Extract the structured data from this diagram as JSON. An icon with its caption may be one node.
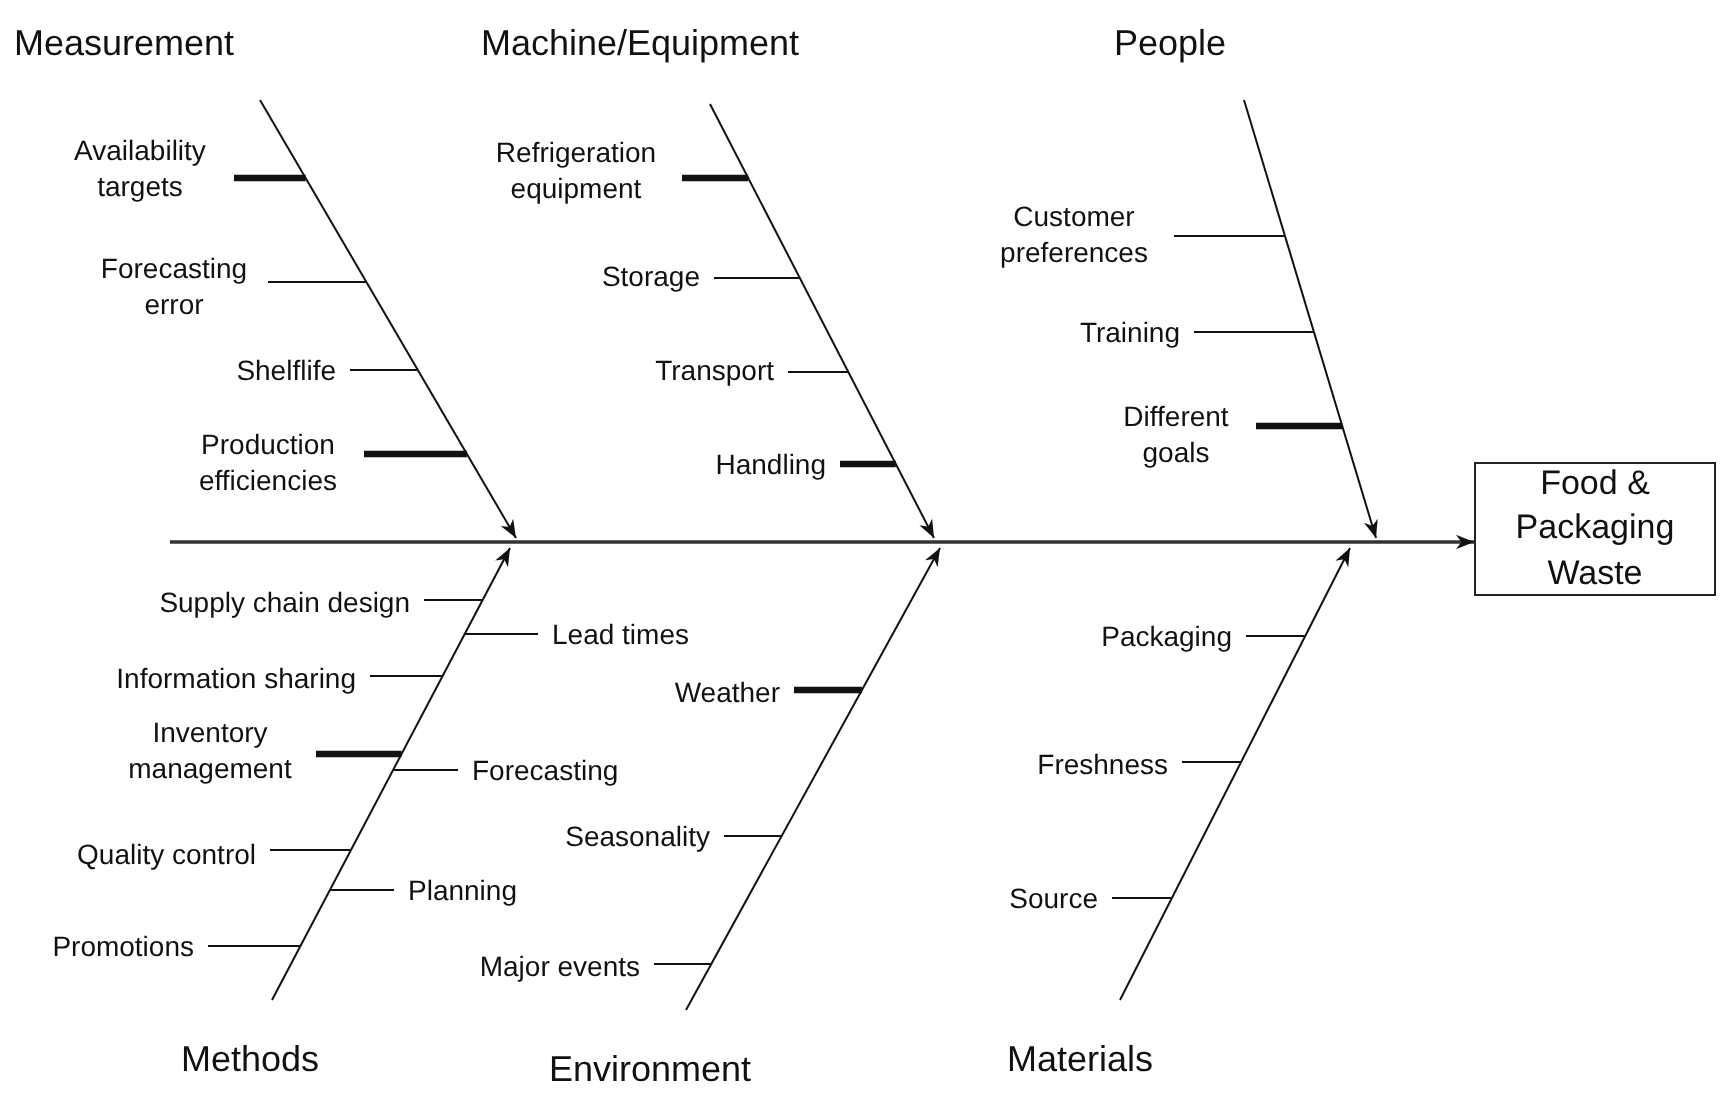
{
  "diagram": {
    "nodes": [
      {
        "text": [
          "Measurement"
        ]
      },
      {
        "text": [
          "Availability targets"
        ]
      },
      {
        "text": [
          "Forecasting error"
        ]
      },
      {
        "text": [
          "Shelflife"
        ]
      },
      {
        "text": [
          "Production efficiencies"
        ]
      },
      {
        "text": [
          "Machine/Equipment"
        ]
      },
      {
        "text": [
          "Refrigeration equipment"
        ]
      },
      {
        "text": [
          "Storage"
        ]
      },
      {
        "text": [
          "Transport"
        ]
      },
      {
        "text": [
          "Handling"
        ]
      },
      {
        "text": [
          "People"
        ]
      },
      {
        "text": [
          "Customer preferences"
        ]
      },
      {
        "text": [
          "Training"
        ]
      },
      {
        "text": [
          "Different goals"
        ]
      },
      {
        "text": [
          "Food & Packaging Waste"
        ]
      },
      {
        "text": [
          "Methods"
        ]
      },
      {
        "text": [
          "Supply chain design"
        ]
      },
      {
        "text": [
          "Lead times"
        ]
      },
      {
        "text": [
          "Information sharing"
        ]
      },
      {
        "text": [
          "Inventory management"
        ]
      },
      {
        "text": [
          "Forecasting"
        ]
      },
      {
        "text": [
          "Quality control"
        ]
      },
      {
        "text": [
          "Planning"
        ]
      },
      {
        "text": [
          "Promotions"
        ]
      },
      {
        "text": [
          "Environment"
        ]
      },
      {
        "text": [
          "Weather"
        ]
      },
      {
        "text": [
          "Seasonality"
        ]
      },
      {
        "text": [
          "Major events"
        ]
      },
      {
        "text": [
          "Materials"
        ]
      },
      {
        "text": [
          "Packaging"
        ]
      },
      {
        "text": [
          "Freshness"
        ]
      },
      {
        "text": [
          "Source"
        ]
      }
    ],
    "edges": [
      {
        "from": null,
        "to": 14,
        "arrow": "to"
      },
      {
        "from": 0,
        "to": null,
        "arrow": "to"
      },
      {
        "from": 5,
        "to": null,
        "arrow": "to"
      },
      {
        "from": 10,
        "to": null,
        "arrow": "to"
      },
      {
        "from": 15,
        "to": null,
        "arrow": "to"
      },
      {
        "from": 24,
        "to": null,
        "arrow": "to"
      },
      {
        "from": 28,
        "to": null,
        "arrow": "to"
      },
      {
        "from": 1,
        "to": null,
        "arrow": "none",
        "style": "thick"
      },
      {
        "from": 2,
        "to": null,
        "arrow": "none"
      },
      {
        "from": 3,
        "to": null,
        "arrow": "none"
      },
      {
        "from": 4,
        "to": null,
        "arrow": "none",
        "style": "thick"
      },
      {
        "from": 6,
        "to": null,
        "arrow": "none",
        "style": "thick"
      },
      {
        "from": 7,
        "to": null,
        "arrow": "none"
      },
      {
        "from": 8,
        "to": null,
        "arrow": "none"
      },
      {
        "from": 9,
        "to": null,
        "arrow": "none",
        "style": "thick"
      },
      {
        "from": 11,
        "to": null,
        "arrow": "none"
      },
      {
        "from": 12,
        "to": null,
        "arrow": "none"
      },
      {
        "from": 13,
        "to": null,
        "arrow": "none",
        "style": "thick"
      },
      {
        "from": 16,
        "to": null,
        "arrow": "none"
      },
      {
        "from": 17,
        "to": null,
        "arrow": "none"
      },
      {
        "from": 18,
        "to": null,
        "arrow": "none"
      },
      {
        "from": 19,
        "to": null,
        "arrow": "none",
        "style": "thick"
      },
      {
        "from": 20,
        "to": null,
        "arrow": "none"
      },
      {
        "from": 21,
        "to": null,
        "arrow": "none"
      },
      {
        "from": 22,
        "to": null,
        "arrow": "none"
      },
      {
        "from": 23,
        "to": null,
        "arrow": "none"
      },
      {
        "from": 25,
        "to": null,
        "arrow": "none",
        "style": "thick"
      },
      {
        "from": 26,
        "to": null,
        "arrow": "none"
      },
      {
        "from": 27,
        "to": null,
        "arrow": "none"
      },
      {
        "from": 29,
        "to": null,
        "arrow": "none"
      },
      {
        "from": 30,
        "to": null,
        "arrow": "none"
      },
      {
        "from": 31,
        "to": null,
        "arrow": "none"
      }
    ]
  }
}
